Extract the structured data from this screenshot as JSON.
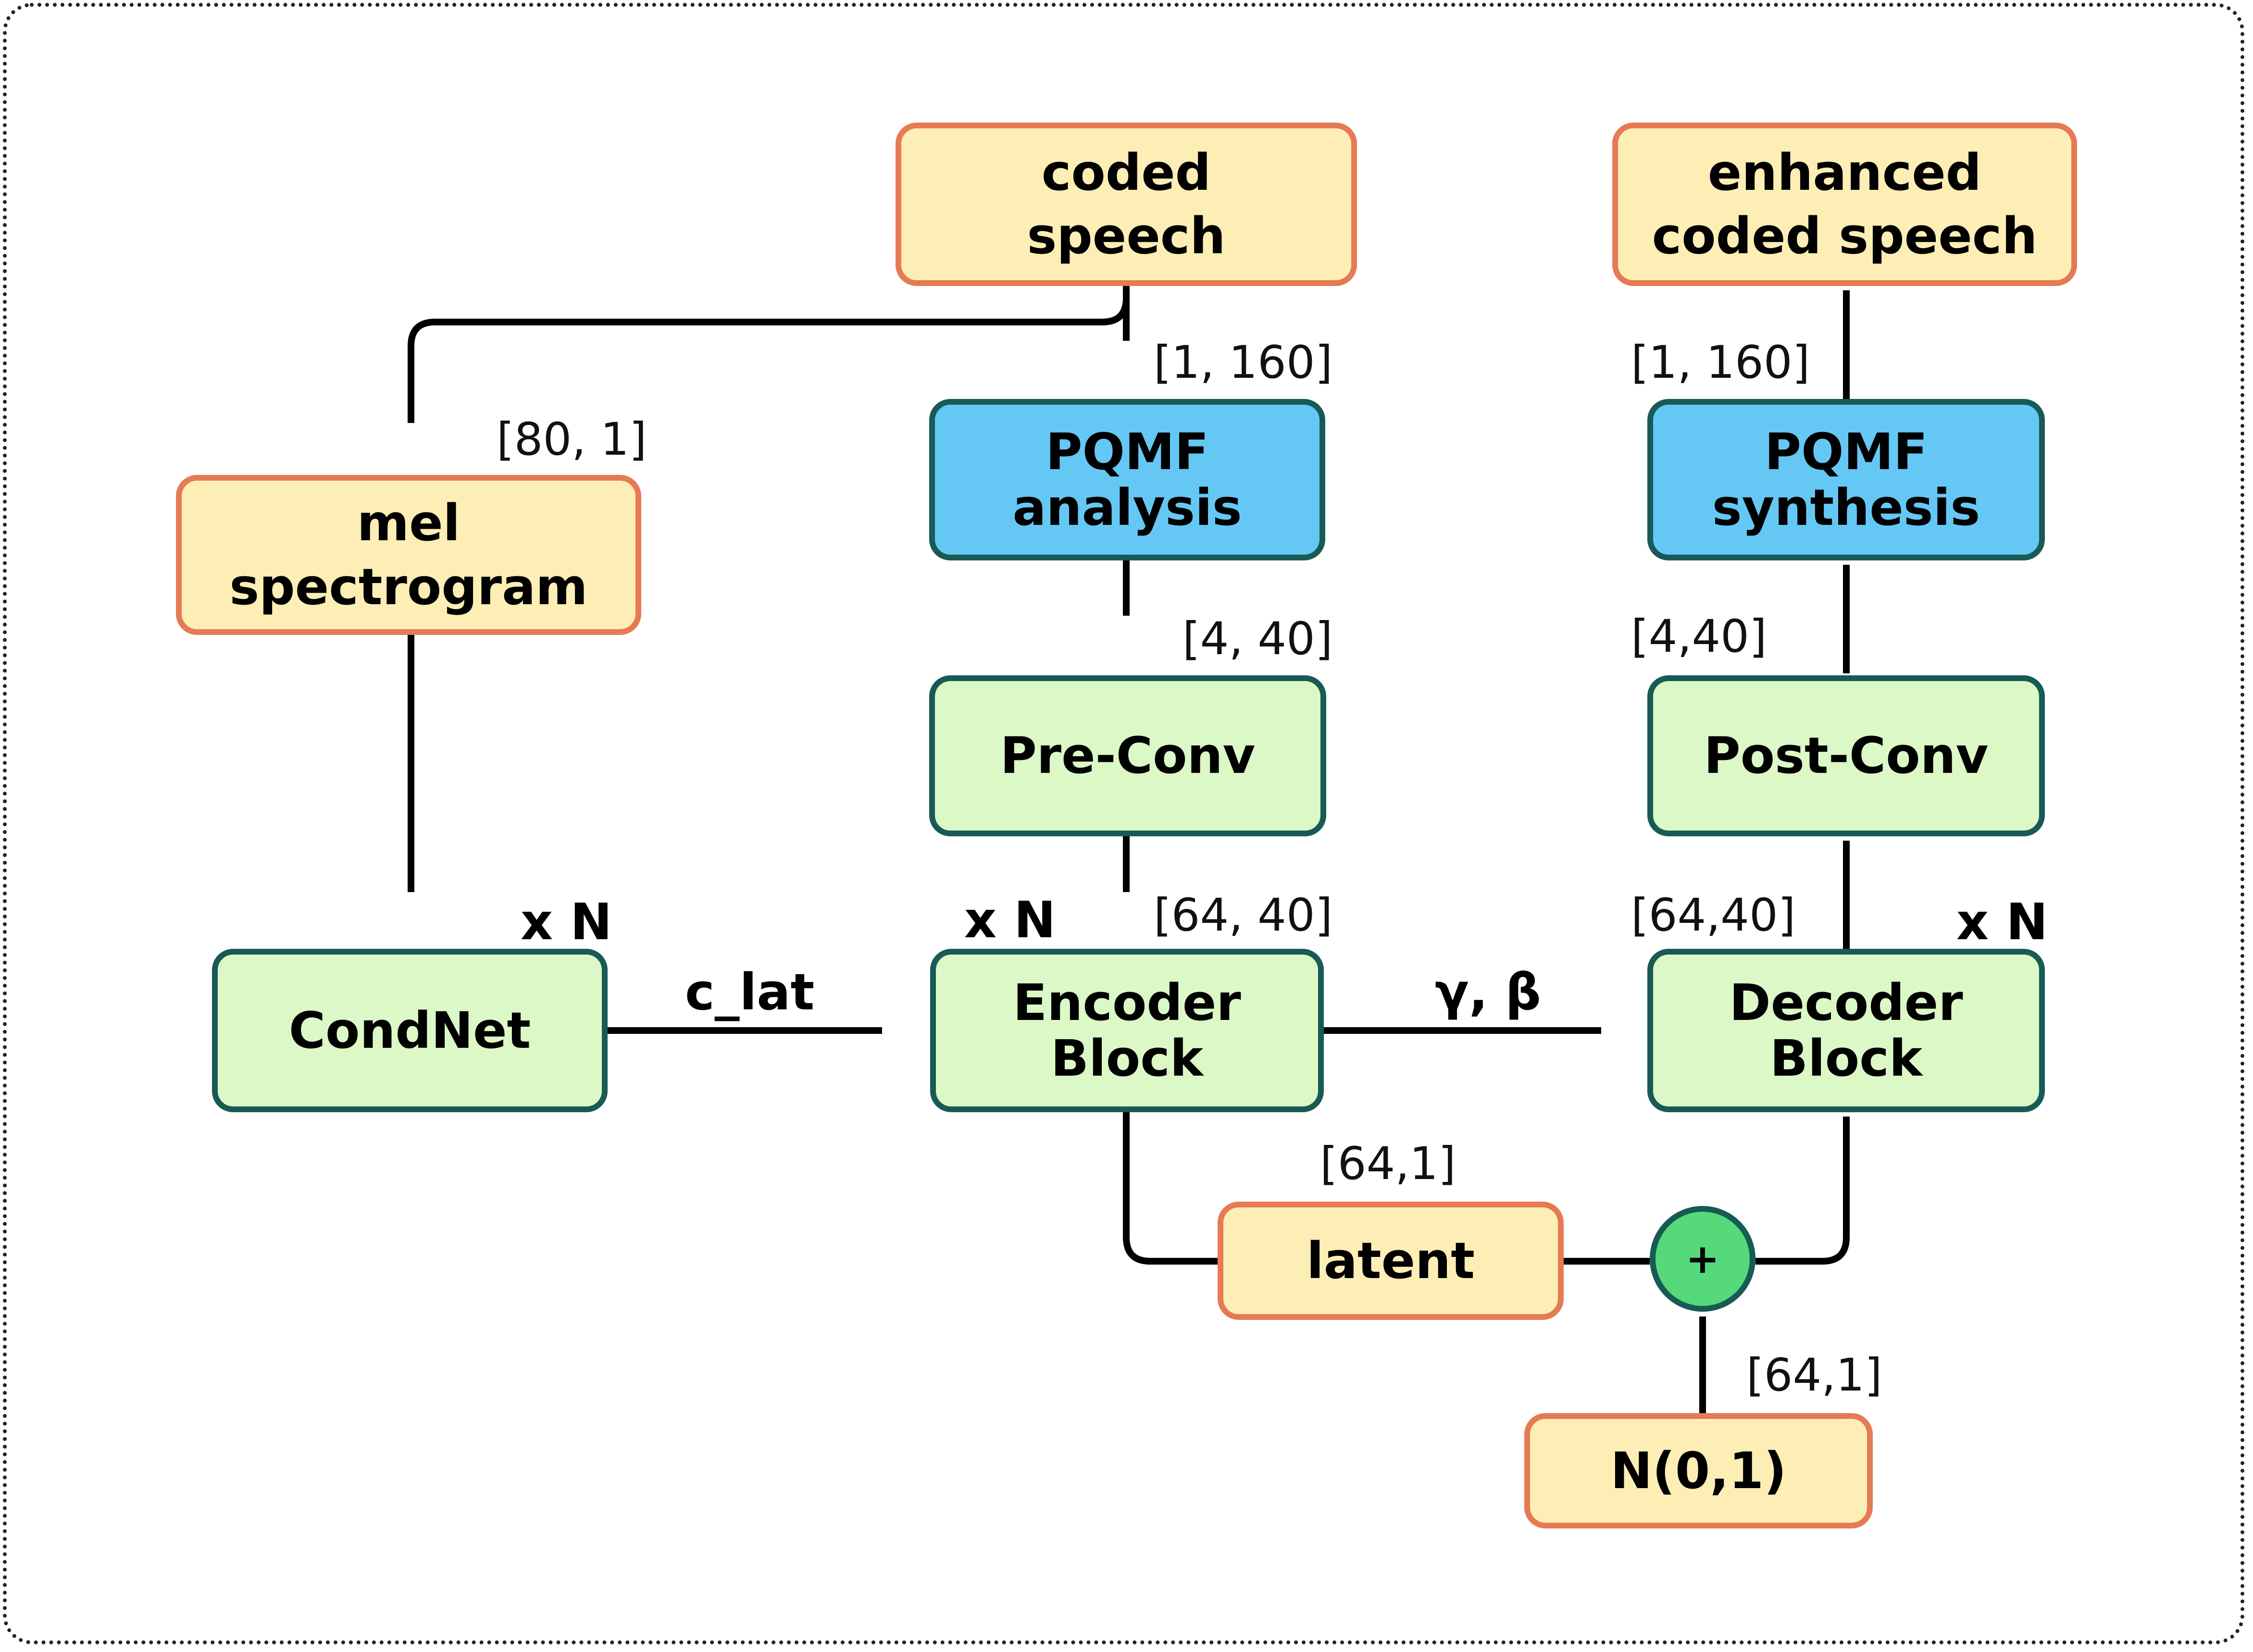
{
  "nodes": {
    "coded_speech": [
      "coded",
      "speech"
    ],
    "enhanced_speech": [
      "enhanced",
      "coded speech"
    ],
    "mel_spectrogram": [
      "mel",
      "spectrogram"
    ],
    "pqmf_analysis": [
      "PQMF",
      "analysis"
    ],
    "pqmf_synthesis": [
      "PQMF",
      "synthesis"
    ],
    "pre_conv": [
      "Pre-Conv"
    ],
    "post_conv": [
      "Post-Conv"
    ],
    "condnet": [
      "CondNet"
    ],
    "encoder_block": [
      "Encoder",
      "Block"
    ],
    "decoder_block": [
      "Decoder",
      "Block"
    ],
    "latent": [
      "latent"
    ],
    "noise": [
      "N(0,1)"
    ]
  },
  "adder_symbol": "+",
  "edge_labels": {
    "c_lat": "c_lat",
    "gamma_beta": "γ, β"
  },
  "repeat_labels": {
    "condnet": "x N",
    "encoder": "x N",
    "decoder": "x N"
  },
  "shapes": {
    "mel": "[80, 1]",
    "analysis_in": "[1, 160]",
    "synthesis_out": "[1, 160]",
    "preconv_in": "[4, 40]",
    "postconv_out": "[4,40]",
    "encoder_in": "[64, 40]",
    "decoder_out": "[64,40]",
    "latent": "[64,1]",
    "noise": "[64,1]"
  },
  "colors": {
    "io_fill": "#fdeeb6",
    "io_border": "#e57a54",
    "pqmf_fill": "#65c8f4",
    "block_fill": "#dbf8c6",
    "block_border": "#185a55",
    "adder_fill": "#56d97a"
  }
}
